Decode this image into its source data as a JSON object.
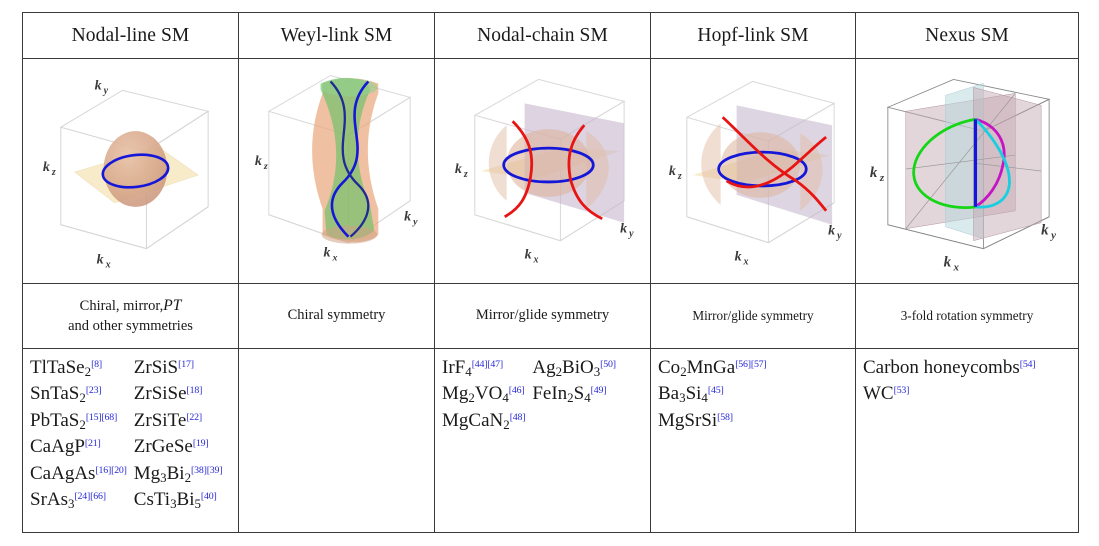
{
  "table": {
    "columns": [
      {
        "header": "Nodal-line SM",
        "symmetry_line1_pre": "Chiral, mirror,",
        "symmetry_pt": "PT",
        "symmetry_line2": "and other symmetries",
        "symmetry_full": "Chiral, mirror, PT and other symmetries",
        "figure": {
          "name": "nodal-line-figure",
          "axis_x": "kx",
          "axis_y": "ky",
          "axis_z": "kz",
          "elements": [
            "bounding-box",
            "tan-sphere",
            "beige-plane",
            "blue-nodal-ring"
          ],
          "colors": {
            "ring": "#1417d8",
            "sphere": "#d8a98c",
            "plane": "#f6e6bd",
            "box": "#d8d8d8"
          }
        },
        "materials": [
          [
            {
              "formula": [
                {
                  "t": "TlTaSe"
                },
                {
                  "sub": "2"
                }
              ],
              "cites": [
                "[8]"
              ]
            },
            {
              "formula": [
                {
                  "t": "ZrSiS"
                }
              ],
              "cites": [
                "[17]"
              ]
            }
          ],
          [
            {
              "formula": [
                {
                  "t": "SnTaS"
                },
                {
                  "sub": "2"
                }
              ],
              "cites": [
                "[23]"
              ]
            },
            {
              "formula": [
                {
                  "t": "ZrSiSe"
                }
              ],
              "cites": [
                "[18]"
              ]
            }
          ],
          [
            {
              "formula": [
                {
                  "t": "PbTaS"
                },
                {
                  "sub": "2"
                }
              ],
              "cites": [
                "[15]",
                "[68]"
              ]
            },
            {
              "formula": [
                {
                  "t": "ZrSiTe"
                }
              ],
              "cites": [
                "[22]"
              ]
            }
          ],
          [
            {
              "formula": [
                {
                  "t": "CaAgP"
                }
              ],
              "cites": [
                "[21]"
              ]
            },
            {
              "formula": [
                {
                  "t": "ZrGeSe"
                }
              ],
              "cites": [
                "[19]"
              ]
            }
          ],
          [
            {
              "formula": [
                {
                  "t": "CaAgAs"
                }
              ],
              "cites": [
                "[16]",
                "[20]"
              ]
            },
            {
              "formula": [
                {
                  "t": "Mg"
                },
                {
                  "sub": "3"
                },
                {
                  "t": "Bi"
                },
                {
                  "sub": "2"
                }
              ],
              "cites": [
                "[38]",
                "[39]"
              ]
            }
          ],
          [
            {
              "formula": [
                {
                  "t": "SrAs"
                },
                {
                  "sub": "3"
                }
              ],
              "cites": [
                "[24]",
                "[66]"
              ]
            },
            {
              "formula": [
                {
                  "t": "CsTi"
                },
                {
                  "sub": "3"
                },
                {
                  "t": "Bi"
                },
                {
                  "sub": "5"
                }
              ],
              "cites": [
                "[40]"
              ]
            }
          ]
        ]
      },
      {
        "header": "Weyl-link SM",
        "symmetry_full": "Chiral symmetry",
        "figure": {
          "name": "weyl-link-figure",
          "axis_x": "kx",
          "axis_y": "ky",
          "axis_z": "kz",
          "elements": [
            "bounding-box",
            "green-twisted-surface",
            "orange-twisted-surface",
            "blue-helix-curves"
          ],
          "colors": {
            "green": "#63c463",
            "orange": "#e8a87c",
            "curve": "#1417d8",
            "box": "#d8d8d8"
          }
        },
        "materials": []
      },
      {
        "header": "Nodal-chain SM",
        "symmetry_full": "Mirror/glide symmetry",
        "figure": {
          "name": "nodal-chain-figure",
          "axis_x": "kx",
          "axis_y": "ky",
          "axis_z": "kz",
          "elements": [
            "bounding-box",
            "purple-vertical-plane",
            "beige-horizontal-plane",
            "tan-surfaces",
            "blue-ring",
            "red-arcs"
          ],
          "colors": {
            "ring": "#1417d8",
            "arcs": "#e81414",
            "plane_v": "#c6b6cd",
            "plane_h": "#f6e6bd",
            "surface": "#ddb49b"
          }
        },
        "materials": [
          [
            {
              "formula": [
                {
                  "t": "IrF"
                },
                {
                  "sub": "4"
                }
              ],
              "cites": [
                "[44]",
                "[47]"
              ]
            },
            {
              "formula": [
                {
                  "t": "Ag"
                },
                {
                  "sub": "2"
                },
                {
                  "t": "BiO"
                },
                {
                  "sub": "3"
                }
              ],
              "cites": [
                "[50]"
              ]
            }
          ],
          [
            {
              "formula": [
                {
                  "t": "Mg"
                },
                {
                  "sub": "2"
                },
                {
                  "t": "VO"
                },
                {
                  "sub": "4"
                }
              ],
              "cites": [
                "[46]"
              ]
            },
            {
              "formula": [
                {
                  "t": "FeIn"
                },
                {
                  "sub": "2"
                },
                {
                  "t": "S"
                },
                {
                  "sub": "4"
                }
              ],
              "cites": [
                "[49]"
              ]
            }
          ],
          [
            {
              "formula": [
                {
                  "t": "MgCaN"
                },
                {
                  "sub": "2"
                }
              ],
              "cites": [
                "[48]"
              ]
            }
          ]
        ]
      },
      {
        "header": "Hopf-link SM",
        "symmetry_full": "Mirror/glide symmetry",
        "figure": {
          "name": "hopf-link-figure",
          "axis_x": "kx",
          "axis_y": "ky",
          "axis_z": "kz",
          "elements": [
            "bounding-box",
            "purple-vertical-plane",
            "beige-horizontal-plane",
            "tan-surfaces",
            "blue-ring",
            "red-linked-curves"
          ],
          "colors": {
            "ring": "#1417d8",
            "arcs": "#e81414",
            "plane_v": "#c6b6cd",
            "plane_h": "#f6e6bd",
            "surface": "#ddb49b"
          }
        },
        "materials": [
          [
            {
              "formula": [
                {
                  "t": "Co"
                },
                {
                  "sub": "2"
                },
                {
                  "t": "MnGa"
                }
              ],
              "cites": [
                "[56]",
                "[57]"
              ]
            }
          ],
          [
            {
              "formula": [
                {
                  "t": "Ba"
                },
                {
                  "sub": "3"
                },
                {
                  "t": "Si"
                },
                {
                  "sub": "4"
                }
              ],
              "cites": [
                "[45]"
              ]
            }
          ],
          [
            {
              "formula": [
                {
                  "t": "MgSrSi"
                }
              ],
              "cites": [
                "[58]"
              ]
            }
          ]
        ]
      },
      {
        "header": "Nexus SM",
        "symmetry_full": "3-fold rotation symmetry",
        "figure": {
          "name": "nexus-figure",
          "axis_x": "kx",
          "axis_y": "ky",
          "axis_z": "kz",
          "elements": [
            "bounding-box",
            "two-mauve-planes",
            "cyan-plane",
            "green-loop",
            "magenta-loop",
            "cyan-loop",
            "blue-vertical-line"
          ],
          "colors": {
            "green": "#15d615",
            "magenta": "#c415c4",
            "cyan": "#17cfe0",
            "blue": "#1417d8",
            "plane_mauve": "#c2a5ae",
            "plane_cyan": "#b6d8dd"
          }
        },
        "materials": [
          [
            {
              "formula": [
                {
                  "t": "Carbon honeycombs"
                }
              ],
              "cites": [
                "[54]"
              ]
            }
          ],
          [
            {
              "formula": [
                {
                  "t": "WC"
                }
              ],
              "cites": [
                "[53]"
              ]
            }
          ]
        ]
      }
    ]
  }
}
